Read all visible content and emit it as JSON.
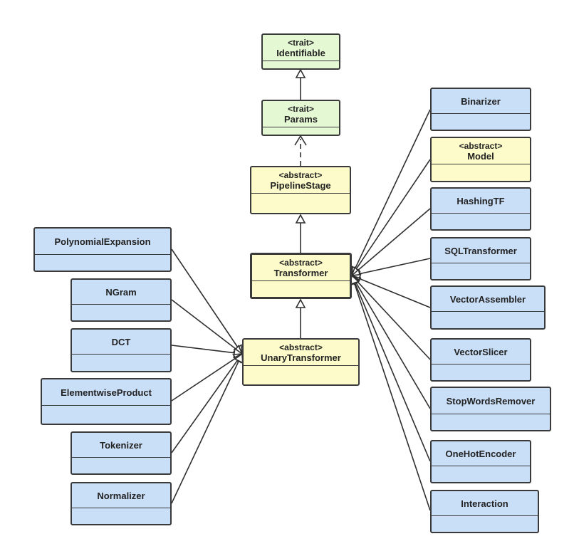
{
  "diagram": {
    "classes": {
      "identifiable": {
        "stereotype": "<trait>",
        "name": "Identifiable"
      },
      "params": {
        "stereotype": "<trait>",
        "name": "Params"
      },
      "pipelinestage": {
        "stereotype": "<abstract>",
        "name": "PipelineStage"
      },
      "transformer": {
        "stereotype": "<abstract>",
        "name": "Transformer"
      },
      "unarytransformer": {
        "stereotype": "<abstract>",
        "name": "UnaryTransformer"
      },
      "polynomialexpansion": {
        "name": "PolynomialExpansion"
      },
      "ngram": {
        "name": "NGram"
      },
      "dct": {
        "name": "DCT"
      },
      "elementwiseproduct": {
        "name": "ElementwiseProduct"
      },
      "tokenizer": {
        "name": "Tokenizer"
      },
      "normalizer": {
        "name": "Normalizer"
      },
      "binarizer": {
        "name": "Binarizer"
      },
      "model": {
        "stereotype": "<abstract>",
        "name": "Model"
      },
      "hashingtf": {
        "name": "HashingTF"
      },
      "sqltransformer": {
        "name": "SQLTransformer"
      },
      "vectorassembler": {
        "name": "VectorAssembler"
      },
      "vectorslicer": {
        "name": "VectorSlicer"
      },
      "stopwordsremover": {
        "name": "StopWordsRemover"
      },
      "onehotencoder": {
        "name": "OneHotEncoder"
      },
      "interaction": {
        "name": "Interaction"
      }
    },
    "colors": {
      "trait_fill": "#e4f8d4",
      "abstract_fill": "#fcfbc9",
      "class_fill": "#c9def7",
      "line": "#2f2f2f"
    }
  }
}
